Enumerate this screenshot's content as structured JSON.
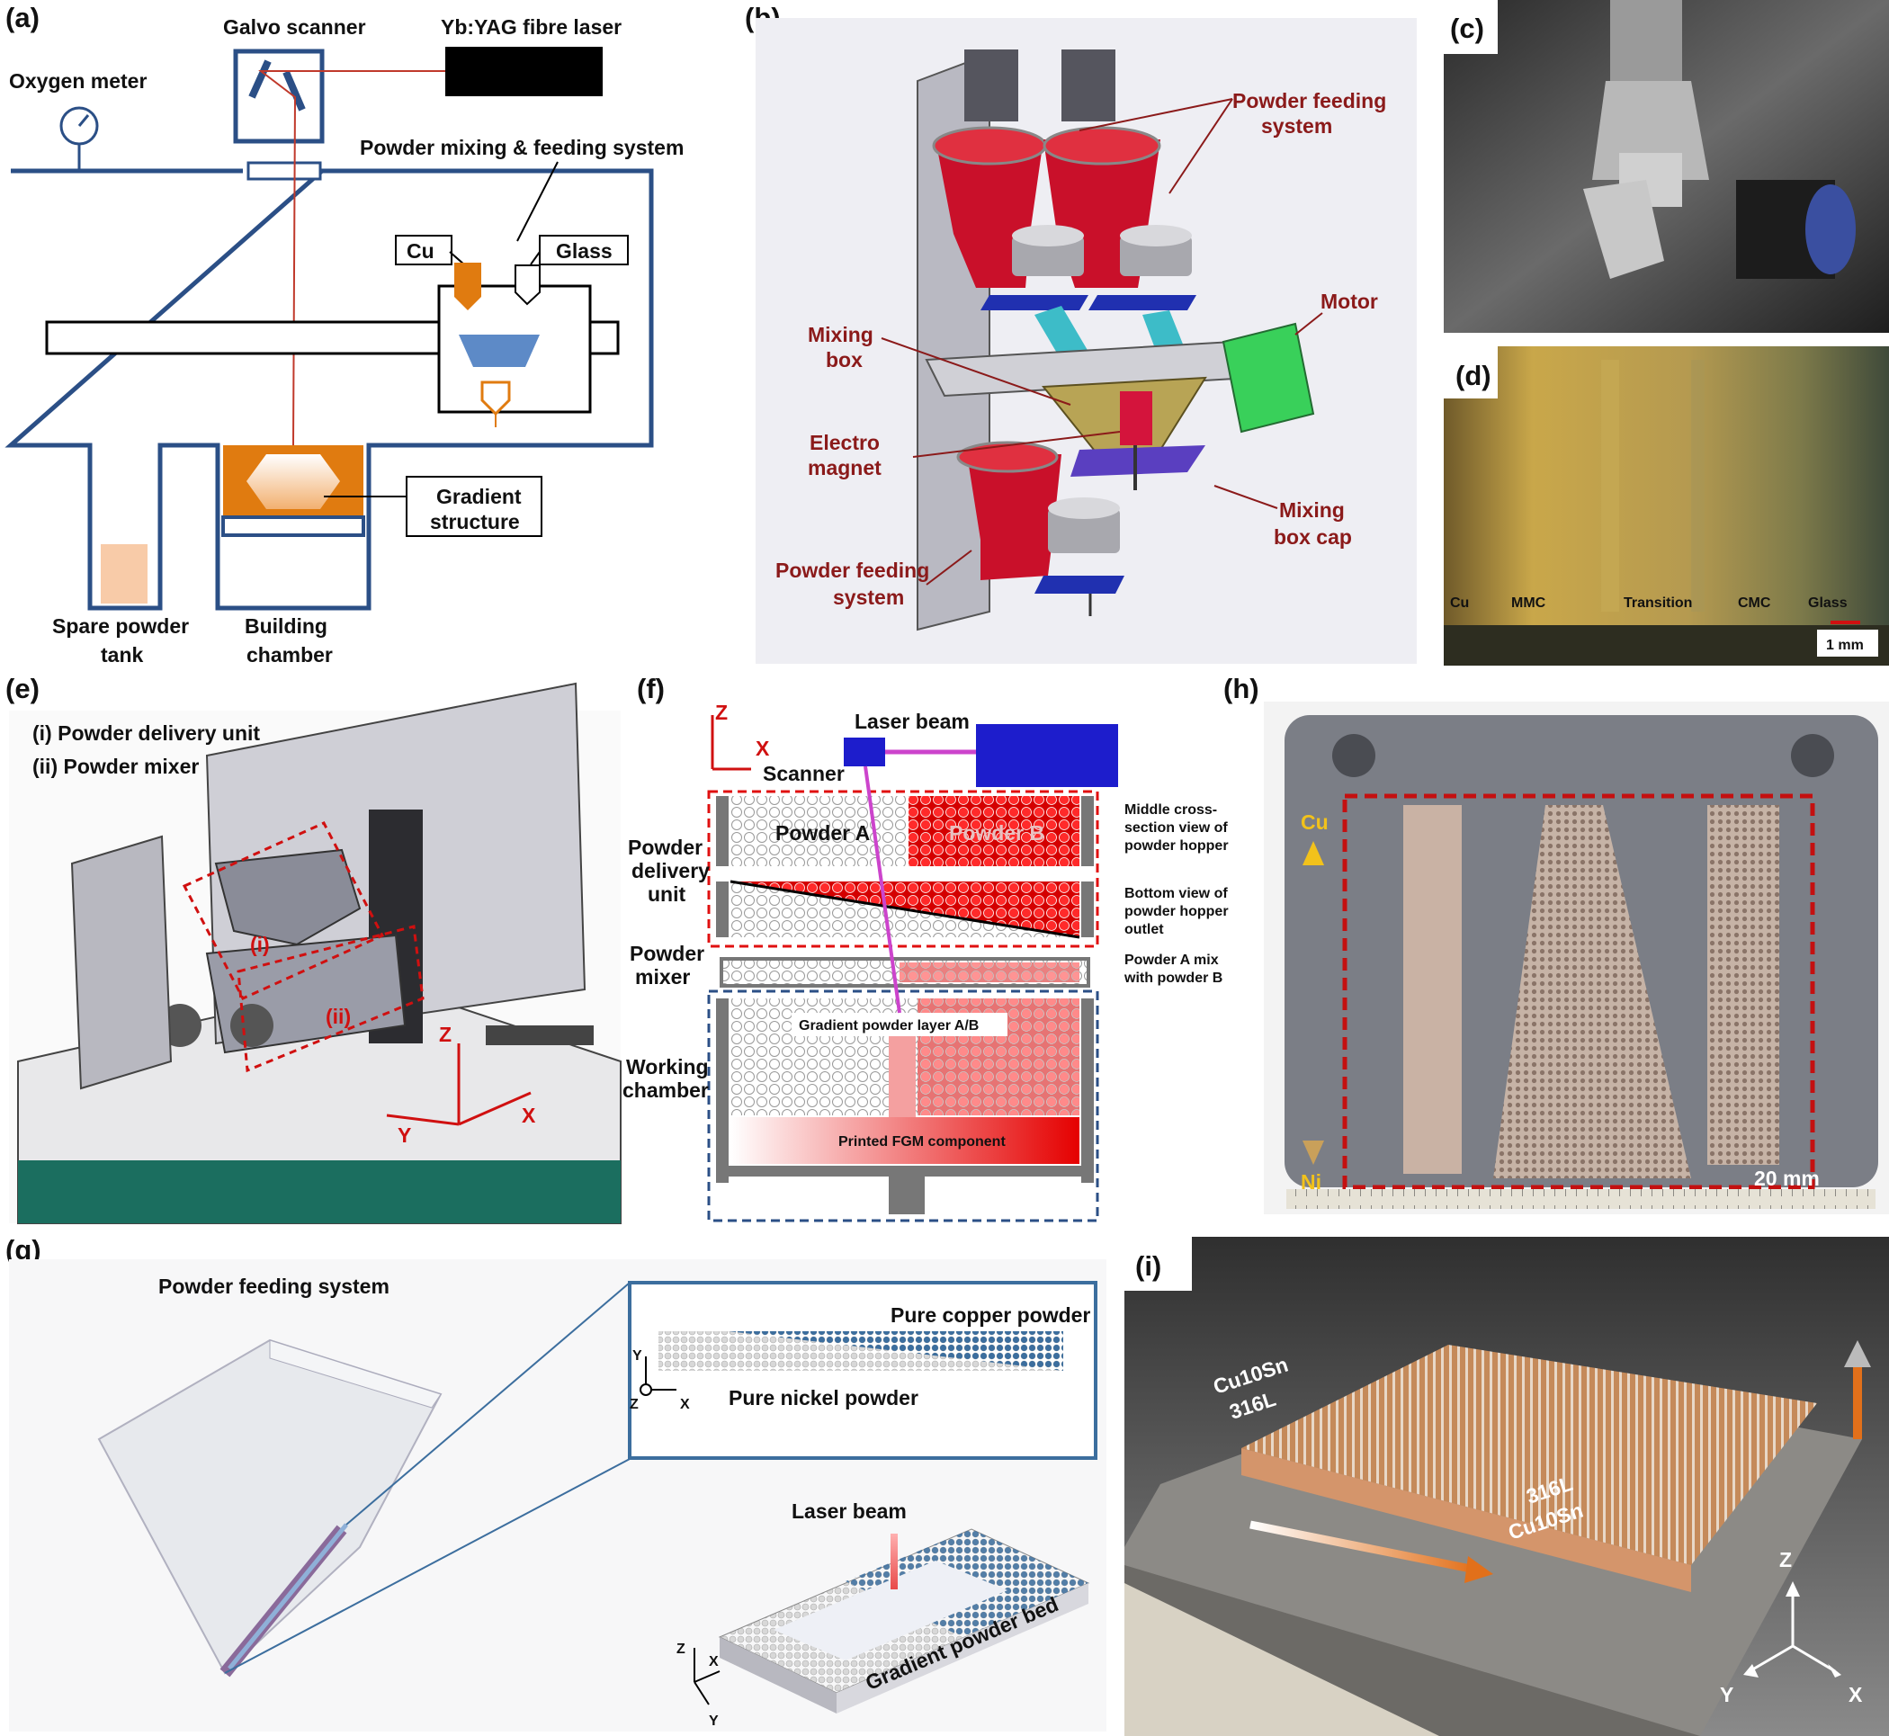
{
  "panels": {
    "a": {
      "tag": "(a)",
      "galvo": "Galvo scanner",
      "laser": "Yb:YAG fibre laser",
      "oxygen": "Oxygen meter",
      "mixing": "Powder mixing & feeding system",
      "cu": "Cu",
      "glass": "Glass",
      "gradient_1": "Gradient",
      "gradient_2": "structure",
      "spare_1": "Spare powder",
      "spare_2": "tank",
      "building_1": "Building",
      "building_2": "chamber"
    },
    "b": {
      "tag": "(b)",
      "feed_top_1": "Powder feeding",
      "feed_top_2": "system",
      "motor": "Motor",
      "mixbox_1": "Mixing",
      "mixbox_2": "box",
      "electro_1": "Electro",
      "electro_2": "magnet",
      "cap_1": "Mixing",
      "cap_2": "box cap",
      "feed_bot_1": "Powder feeding",
      "feed_bot_2": "system"
    },
    "c": {
      "tag": "(c)"
    },
    "d": {
      "tag": "(d)",
      "zones": [
        "Cu",
        "MMC",
        "Transition",
        "CMC",
        "Glass"
      ],
      "scale": "1 mm"
    },
    "e": {
      "tag": "(e)",
      "item1": "(i) Powder delivery unit",
      "item2": "(ii) Powder mixer",
      "mark_i": "(i)",
      "mark_ii": "(ii)",
      "axis_z": "Z",
      "axis_x": "X",
      "axis_y": "Y"
    },
    "f": {
      "tag": "(f)",
      "axis_z": "Z",
      "axis_x": "X",
      "scanner": "Scanner",
      "laser": "Laser beam",
      "powder_a": "Powder A",
      "powder_b": "Powder B",
      "pdu_1": "Powder",
      "pdu_2": "delivery",
      "pdu_3": "unit",
      "pm_1": "Powder",
      "pm_2": "mixer",
      "wc_1": "Working",
      "wc_2": "chamber",
      "gradient_layer": "Gradient powder layer A/B",
      "printed": "Printed FGM component",
      "r1_1": "Middle cross-",
      "r1_2": "section view of",
      "r1_3": "powder hopper",
      "r2_1": "Bottom view of",
      "r2_2": "powder hopper",
      "r2_3": "outlet",
      "r3_1": "Powder A mix",
      "r3_2": "with powder B"
    },
    "g": {
      "tag": "(g)",
      "title": "Powder feeding system",
      "copper": "Pure copper powder",
      "nickel": "Pure nickel powder",
      "axis_y": "Y",
      "axis_z": "Z",
      "axis_x": "X",
      "laser": "Laser beam",
      "bed": "Gradient powder bed",
      "axis2_z": "Z",
      "axis2_x": "X",
      "axis2_y": "Y"
    },
    "h": {
      "tag": "(h)",
      "cu": "Cu",
      "ni": "Ni",
      "scale": "20 mm"
    },
    "i": {
      "tag": "(i)",
      "left_1": "Cu10Sn",
      "left_2": "316L",
      "right_1": "316L",
      "right_2": "Cu10Sn",
      "axis_z": "Z",
      "axis_y": "Y",
      "axis_x": "X"
    }
  },
  "colors": {
    "frame_blue": "#2b4f86",
    "copper_orange": "#e07b10",
    "glass_blue": "#5d8ac7",
    "dark_red": "#8b1a1a",
    "laser_red": "#c0392b",
    "powder_red": "#e01010"
  }
}
